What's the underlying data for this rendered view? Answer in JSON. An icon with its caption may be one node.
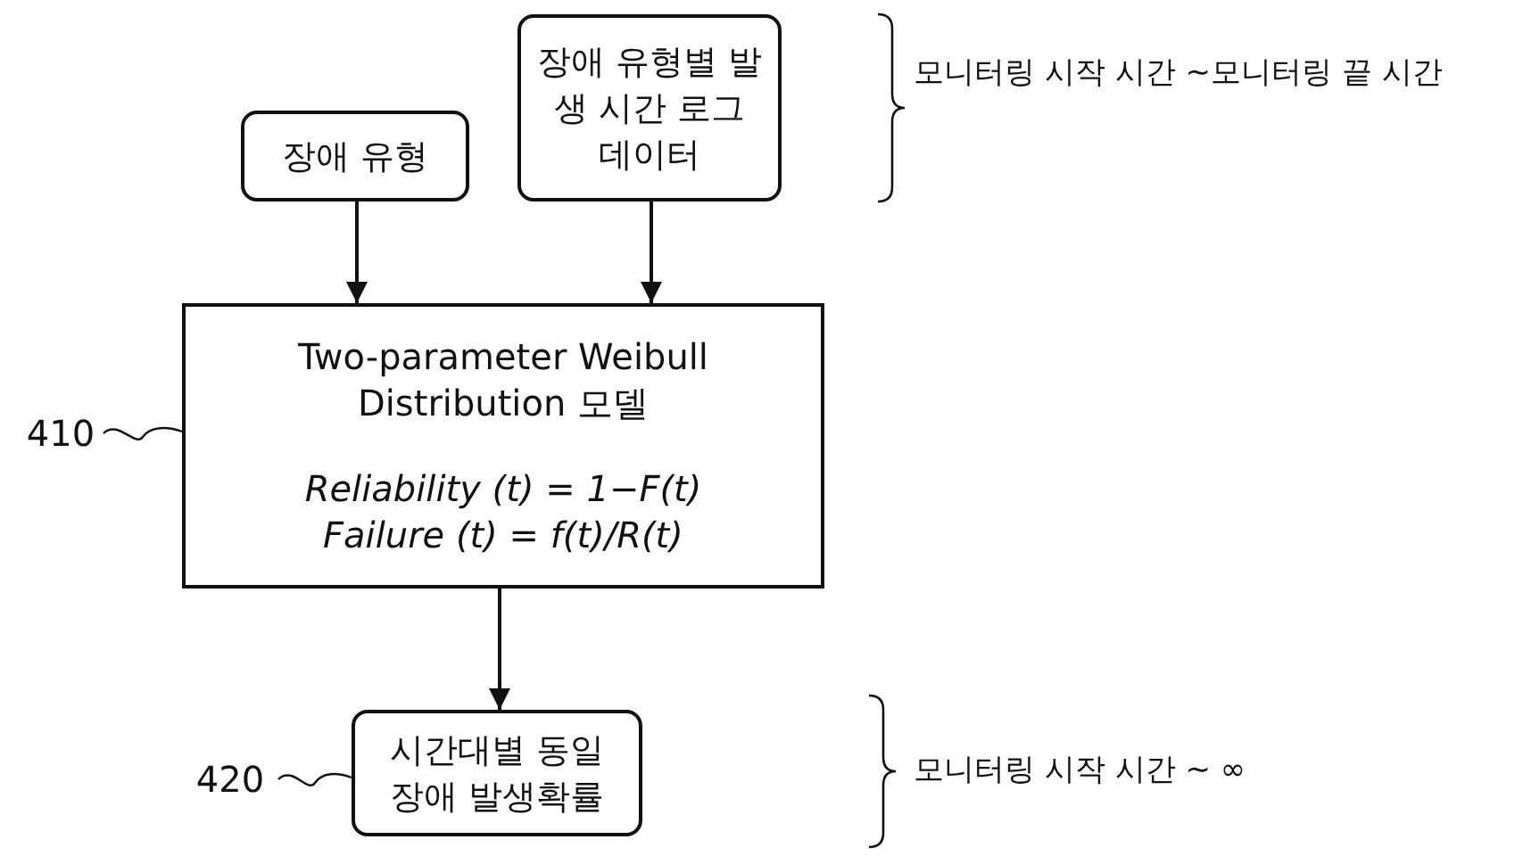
{
  "diagram": {
    "nodes": [
      {
        "text": [
          "장애 유형"
        ]
      },
      {
        "text": [
          "장애 유형별 발생 시간 로그 데이터"
        ]
      },
      {
        "text": [
          "Two-parameter Weibull Distribution 모델",
          "Reliability (t) = 1−F(t)",
          "Failure (t) = f(t)/R(t)"
        ]
      },
      {
        "text": [
          "시간대별 동일 장애 발생확률"
        ]
      },
      {
        "text": [
          "410"
        ]
      },
      {
        "text": [
          "420"
        ]
      }
    ],
    "edges": [
      {
        "from": 0,
        "to": 2,
        "arrow": "to"
      },
      {
        "from": 1,
        "to": 2,
        "arrow": "to"
      },
      {
        "from": 2,
        "to": 3,
        "arrow": "to"
      },
      {
        "from": 4,
        "to": 2,
        "arrow": "none"
      },
      {
        "from": 5,
        "to": 3,
        "arrow": "none"
      }
    ],
    "labels": [
      "모니터링 시작 시간 ~모니터링 끝 시간",
      "모니터링 시작 시간 ~ ∞"
    ]
  }
}
